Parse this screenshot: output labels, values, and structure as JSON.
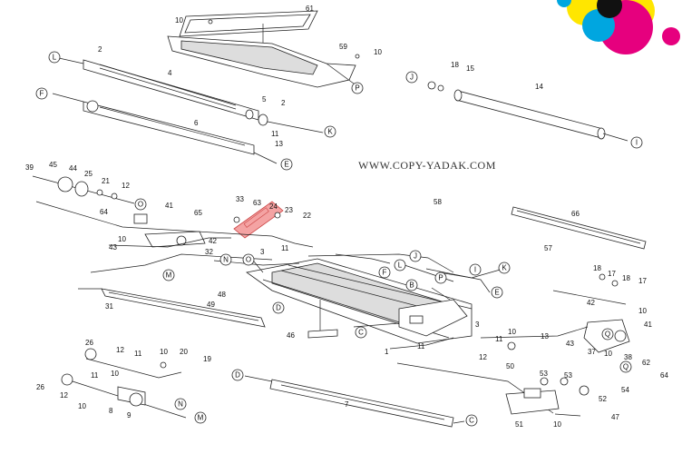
{
  "watermark": "WWW.COPY-YADAK.COM",
  "highlight_color": "#f4a3a3",
  "logo_colors": [
    "#00a6e0",
    "#e6007e",
    "#ffe600",
    "#111111"
  ],
  "part_labels": [
    {
      "id": "p61",
      "text": "61"
    },
    {
      "id": "p10a",
      "text": "10"
    },
    {
      "id": "p59",
      "text": "59"
    },
    {
      "id": "p10b",
      "text": "10"
    },
    {
      "id": "p2a",
      "text": "2"
    },
    {
      "id": "p4",
      "text": "4"
    },
    {
      "id": "p5",
      "text": "5"
    },
    {
      "id": "p2b",
      "text": "2"
    },
    {
      "id": "p6",
      "text": "6"
    },
    {
      "id": "p11a",
      "text": "11"
    },
    {
      "id": "p13a",
      "text": "13"
    },
    {
      "id": "p18a",
      "text": "18"
    },
    {
      "id": "p15",
      "text": "15"
    },
    {
      "id": "p14",
      "text": "14"
    },
    {
      "id": "p39",
      "text": "39"
    },
    {
      "id": "p45",
      "text": "45"
    },
    {
      "id": "p44",
      "text": "44"
    },
    {
      "id": "p25",
      "text": "25"
    },
    {
      "id": "p21",
      "text": "21"
    },
    {
      "id": "p12a",
      "text": "12"
    },
    {
      "id": "p33",
      "text": "33"
    },
    {
      "id": "p63",
      "text": "63"
    },
    {
      "id": "p24",
      "text": "24"
    },
    {
      "id": "p23",
      "text": "23"
    },
    {
      "id": "p22",
      "text": "22"
    },
    {
      "id": "p58",
      "text": "58"
    },
    {
      "id": "p66",
      "text": "66"
    },
    {
      "id": "p64a",
      "text": "64"
    },
    {
      "id": "p41a",
      "text": "41"
    },
    {
      "id": "p65",
      "text": "65"
    },
    {
      "id": "p42a",
      "text": "42"
    },
    {
      "id": "p10c",
      "text": "10"
    },
    {
      "id": "p43a",
      "text": "43"
    },
    {
      "id": "p32",
      "text": "32"
    },
    {
      "id": "p3a",
      "text": "3"
    },
    {
      "id": "p11b",
      "text": "11"
    },
    {
      "id": "p57",
      "text": "57"
    },
    {
      "id": "p31",
      "text": "31"
    },
    {
      "id": "p48",
      "text": "48"
    },
    {
      "id": "p49",
      "text": "49"
    },
    {
      "id": "p18b",
      "text": "18"
    },
    {
      "id": "p17a",
      "text": "17"
    },
    {
      "id": "p18c",
      "text": "18"
    },
    {
      "id": "p17b",
      "text": "17"
    },
    {
      "id": "p42b",
      "text": "42"
    },
    {
      "id": "p10d",
      "text": "10"
    },
    {
      "id": "p41b",
      "text": "41"
    },
    {
      "id": "p46",
      "text": "46"
    },
    {
      "id": "p1",
      "text": "1"
    },
    {
      "id": "p11c",
      "text": "11"
    },
    {
      "id": "p3b",
      "text": "3"
    },
    {
      "id": "p10e",
      "text": "10"
    },
    {
      "id": "p11d",
      "text": "11"
    },
    {
      "id": "p13b",
      "text": "13"
    },
    {
      "id": "p43b",
      "text": "43"
    },
    {
      "id": "p37",
      "text": "37"
    },
    {
      "id": "p10f",
      "text": "10"
    },
    {
      "id": "p38",
      "text": "38"
    },
    {
      "id": "p62",
      "text": "62"
    },
    {
      "id": "p12b",
      "text": "12"
    },
    {
      "id": "p50",
      "text": "50"
    },
    {
      "id": "p64b",
      "text": "64"
    },
    {
      "id": "p26a",
      "text": "26"
    },
    {
      "id": "p12c",
      "text": "12"
    },
    {
      "id": "p11e",
      "text": "11"
    },
    {
      "id": "p10g",
      "text": "10"
    },
    {
      "id": "p20",
      "text": "20"
    },
    {
      "id": "p19",
      "text": "19"
    },
    {
      "id": "p26b",
      "text": "26"
    },
    {
      "id": "p11f",
      "text": "11"
    },
    {
      "id": "p10h",
      "text": "10"
    },
    {
      "id": "p12d",
      "text": "12"
    },
    {
      "id": "p10i",
      "text": "10"
    },
    {
      "id": "p8",
      "text": "8"
    },
    {
      "id": "p9",
      "text": "9"
    },
    {
      "id": "p7",
      "text": "7"
    },
    {
      "id": "p53a",
      "text": "53"
    },
    {
      "id": "p53b",
      "text": "53"
    },
    {
      "id": "p54",
      "text": "54"
    },
    {
      "id": "p52",
      "text": "52"
    },
    {
      "id": "p51",
      "text": "51"
    },
    {
      "id": "p10j",
      "text": "10"
    },
    {
      "id": "p47",
      "text": "47"
    }
  ],
  "callouts": [
    {
      "id": "cL1",
      "text": "L"
    },
    {
      "id": "cP1",
      "text": "P"
    },
    {
      "id": "cF1",
      "text": "F"
    },
    {
      "id": "cK1",
      "text": "K"
    },
    {
      "id": "cE1",
      "text": "E"
    },
    {
      "id": "cJ1",
      "text": "J"
    },
    {
      "id": "cI1",
      "text": "I"
    },
    {
      "id": "cO1",
      "text": "O"
    },
    {
      "id": "cN1",
      "text": "N"
    },
    {
      "id": "cO2",
      "text": "O"
    },
    {
      "id": "cJ2",
      "text": "J"
    },
    {
      "id": "cL2",
      "text": "L"
    },
    {
      "id": "cF2",
      "text": "F"
    },
    {
      "id": "cP2",
      "text": "P"
    },
    {
      "id": "cI2",
      "text": "I"
    },
    {
      "id": "cK2",
      "text": "K"
    },
    {
      "id": "cM1",
      "text": "M"
    },
    {
      "id": "cB1",
      "text": "B"
    },
    {
      "id": "cE2",
      "text": "E"
    },
    {
      "id": "cD1",
      "text": "D"
    },
    {
      "id": "cC1",
      "text": "C"
    },
    {
      "id": "cQ1",
      "text": "Q"
    },
    {
      "id": "cQ2",
      "text": "Q"
    },
    {
      "id": "cN2",
      "text": "N"
    },
    {
      "id": "cM2",
      "text": "M"
    },
    {
      "id": "cD2",
      "text": "D"
    },
    {
      "id": "cC2",
      "text": "C"
    }
  ]
}
